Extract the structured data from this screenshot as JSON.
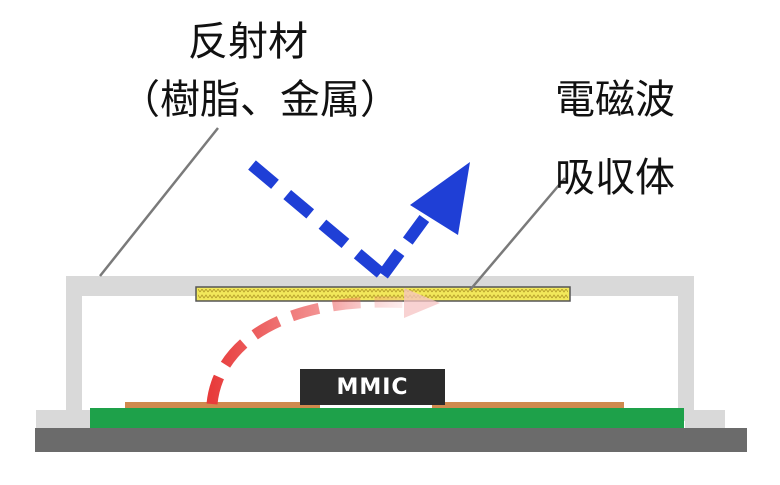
{
  "labels": {
    "reflector_title": "反射材",
    "reflector_sub": "（樹脂、金属）",
    "absorber_line1": "電磁波",
    "absorber_line2": "吸収体",
    "chip": "MMIC"
  },
  "colors": {
    "housing": "#d9d9d9",
    "base": "#6b6b6b",
    "pcb": "#1ea14a",
    "trace": "#cf8a4e",
    "chip": "#2b2b2b",
    "absorber": "#f2e85a",
    "reflected_wave": "#1f3fd6",
    "internal_wave": "#e83b3b",
    "leader_line": "#7a7a7a"
  }
}
